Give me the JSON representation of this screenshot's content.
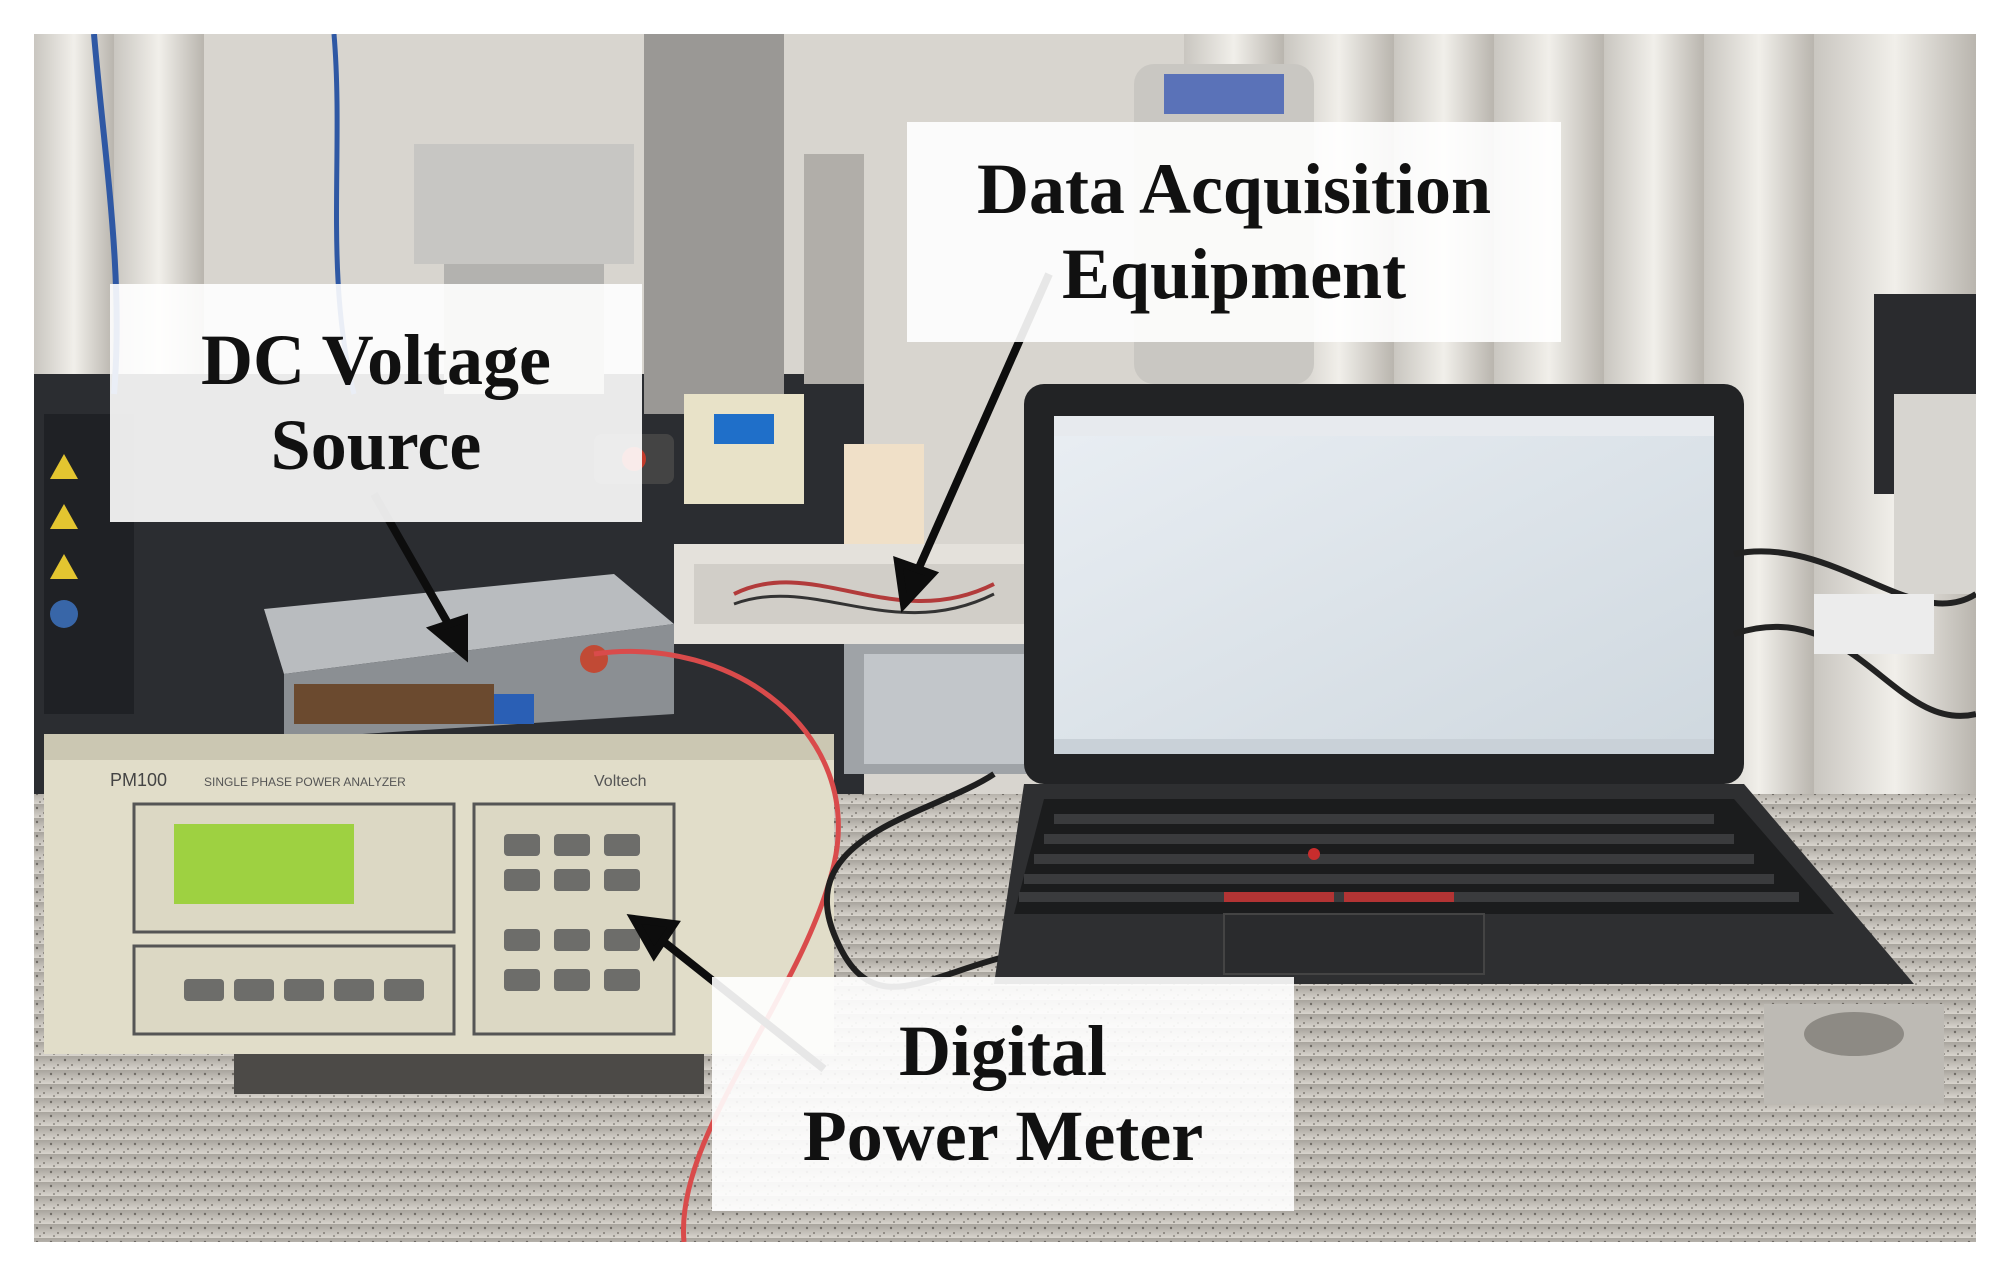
{
  "labels": {
    "data_acquisition": {
      "line1": "Data Acquisition",
      "line2": "Equipment"
    },
    "dc_voltage": {
      "line1": "DC Voltage",
      "line2": "Source"
    },
    "digital_power_meter": {
      "line1": "Digital",
      "line2": "Power Meter"
    }
  },
  "meter": {
    "model": "PM100",
    "subtitle": "SINGLE PHASE POWER ANALYZER",
    "brand": "Voltech"
  }
}
